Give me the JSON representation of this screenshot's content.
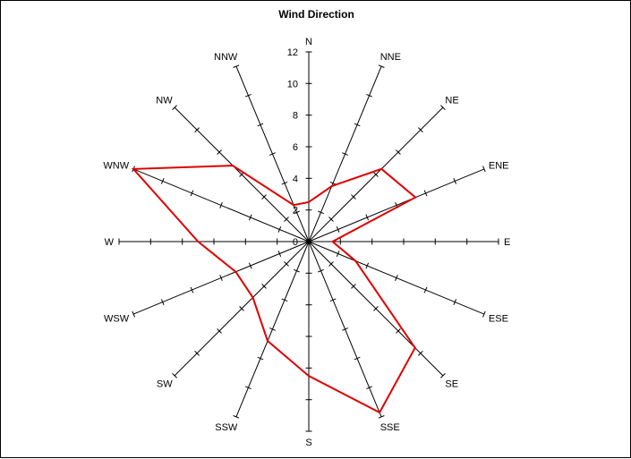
{
  "chart_data": {
    "type": "radar",
    "title": "Wind Direction",
    "directions": [
      "N",
      "NNE",
      "NE",
      "ENE",
      "E",
      "ESE",
      "SE",
      "SSE",
      "S",
      "SSW",
      "SW",
      "WSW",
      "W",
      "WNW",
      "NW",
      "NNW"
    ],
    "values": [
      2.5,
      3.8,
      6.5,
      7.3,
      1.5,
      3.2,
      9.5,
      11.7,
      8.5,
      6.8,
      5.0,
      5.0,
      7.0,
      12.0,
      6.8,
      2.5
    ],
    "rlim": [
      0,
      12
    ],
    "r_ticks": [
      0,
      2,
      4,
      6,
      8,
      10,
      12
    ],
    "r_tick_labels": [
      "0",
      "2",
      "4",
      "6",
      "8",
      "10",
      "12"
    ],
    "series_color": "#e00000",
    "legend": false
  }
}
